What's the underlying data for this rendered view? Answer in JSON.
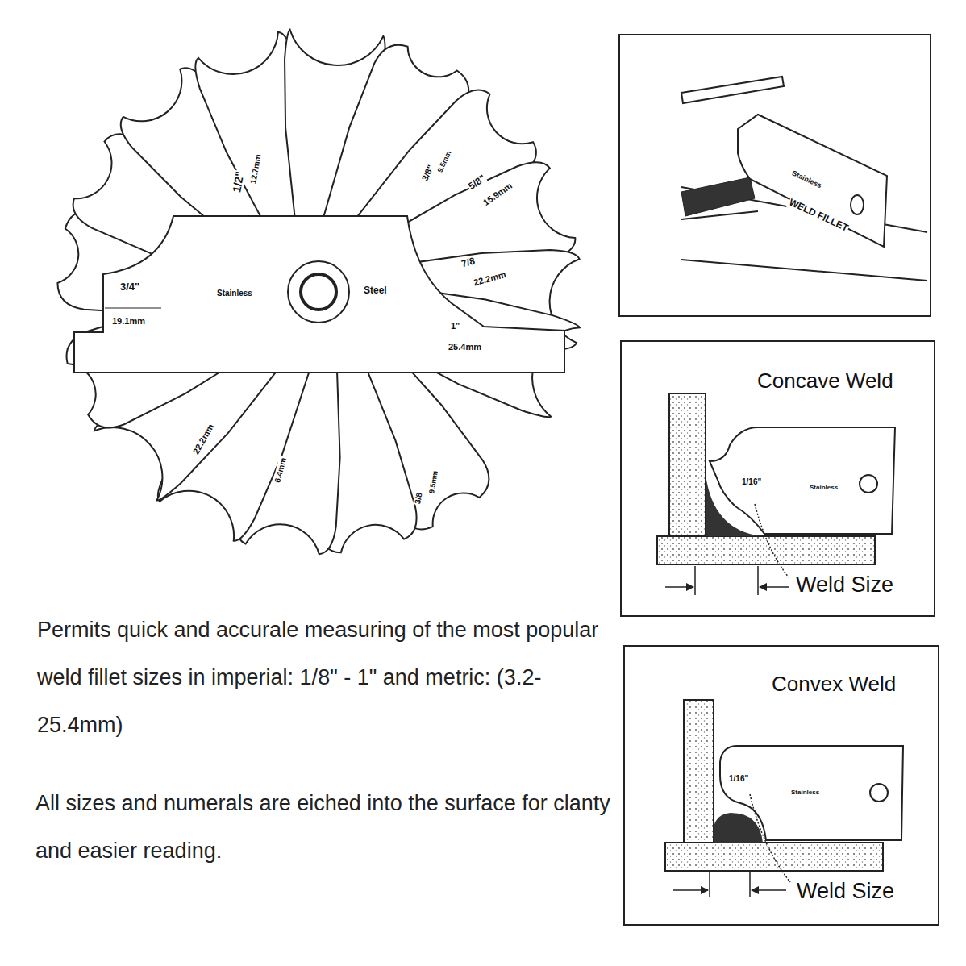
{
  "diagram": {
    "nodes": [
      {
        "text": [
          "Stainless",
          "WELD FILLET"
        ]
      },
      {
        "text": [
          "Concave Weld",
          "1/16\"",
          "Stainless",
          "Weld Size"
        ]
      },
      {
        "text": [
          "Convex Weld",
          "1/16\"",
          "Stainless",
          "Weld Size"
        ]
      }
    ],
    "edges": [],
    "labels": [
      "3/4\"",
      "19.1mm",
      "Stainless",
      "Steel",
      "7/8",
      "22.2mm",
      "1\"",
      "25.4mm",
      "5/8\"",
      "15.9mm",
      "1/2\"",
      "12.7mm",
      "3/8\"",
      "9.5mm",
      "22.2mm",
      "6.4mm",
      "3/8",
      "9.5mm",
      "Permits quick and accurale measuring of the most popular weld fillet sizes in imperial: 1/8\" - 1\" and metric: (3.2-25.4mm)",
      "All sizes and numerals are eiched into the surface for clanty and easier reading."
    ]
  }
}
